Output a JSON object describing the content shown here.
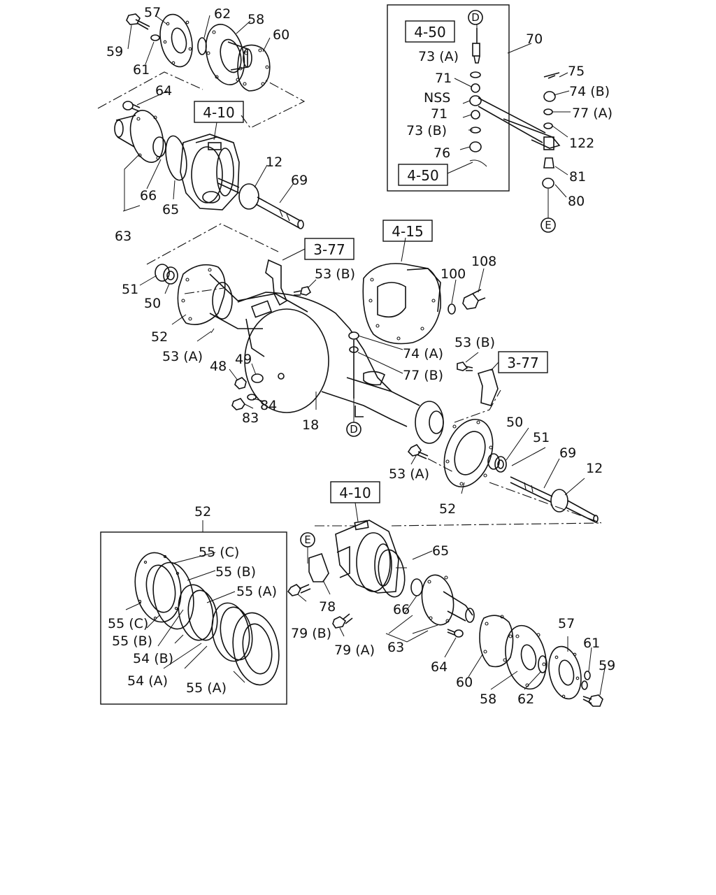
{
  "callouts": {
    "c57a": "57",
    "c62a": "62",
    "c58a": "58",
    "c60a": "60",
    "c59a": "59",
    "c61a": "61",
    "c64a": "64",
    "c66a": "66",
    "c65a": "65",
    "c63a": "63",
    "c12a": "12",
    "c69a": "69",
    "c70": "70",
    "c73A": "73 (A)",
    "c71a": "71",
    "cNSS": "NSS",
    "c71b": "71",
    "c73B": "73 (B)",
    "c76": "76",
    "c75": "75",
    "c74B": "74 (B)",
    "c77A": "77 (A)",
    "c122": "122",
    "c81": "81",
    "c80": "80",
    "c108": "108",
    "c100": "100",
    "c53Ba": "53 (B)",
    "c51a": "51",
    "c50a": "50",
    "c52a": "52",
    "c53Aa": "53 (A)",
    "c48": "48",
    "c49": "49",
    "c84": "84",
    "c83": "83",
    "c18": "18",
    "c74A": "74 (A)",
    "c77B": "77 (B)",
    "c53Bb": "53 (B)",
    "c50b": "50",
    "c51b": "51",
    "c69b": "69",
    "c12b": "12",
    "c53Ab": "53 (A)",
    "c52b": "52",
    "c52c": "52",
    "c55Ca": "55 (C)",
    "c55Ba": "55 (B)",
    "c55Aa": "55 (A)",
    "c55Cb": "55 (C)",
    "c55Bb": "55 (B)",
    "c54B": "54 (B)",
    "c54A": "54 (A)",
    "c55Ab": "55 (A)",
    "c65b": "65",
    "c78": "78",
    "c66b": "66",
    "c79B": "79 (B)",
    "c79A": "79 (A)",
    "c63b": "63",
    "c64b": "64",
    "c57b": "57",
    "c61b": "61",
    "c59b": "59",
    "c60b": "60",
    "c58b": "58",
    "c62b": "62"
  },
  "refs": {
    "r410a": "4-10",
    "r450a": "4-50",
    "r450b": "4-50",
    "r415": "4-15",
    "r377a": "3-77",
    "r377b": "3-77",
    "r410b": "4-10"
  },
  "connectors": {
    "d_top": "D",
    "d_bottom": "D",
    "e_right": "E",
    "e_left": "E"
  }
}
